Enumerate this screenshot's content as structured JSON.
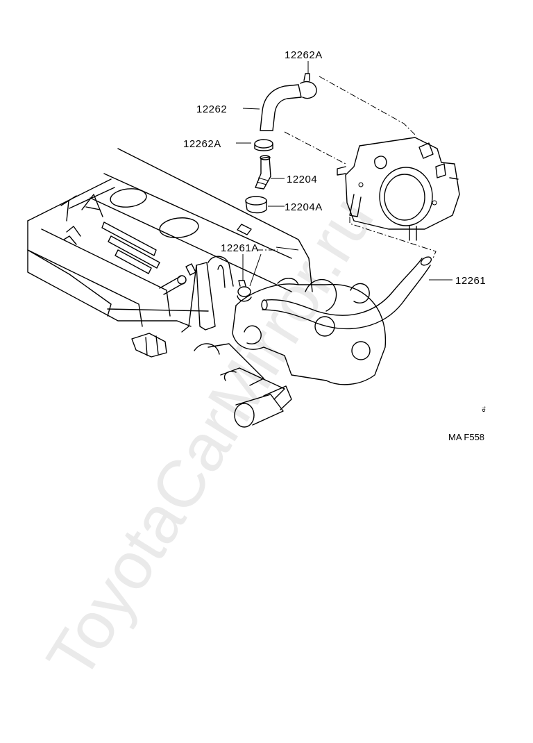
{
  "diagram": {
    "parts": {
      "hose_upper_clip": "12262A",
      "hose_upper": "12262",
      "hose_upper_clip_lower": "12262A",
      "pipe_12204": "12204",
      "grommet_12204A": "12204A",
      "hose_lower_clip": "12261A",
      "hose_lower": "12261"
    },
    "stray_mark": "ಕ",
    "figure_code": "MA F558"
  },
  "watermark": {
    "text": "ToyotaCarMirror.ru",
    "color": "#d9d9d9"
  },
  "colors": {
    "ink": "#000000",
    "background": "#ffffff"
  }
}
